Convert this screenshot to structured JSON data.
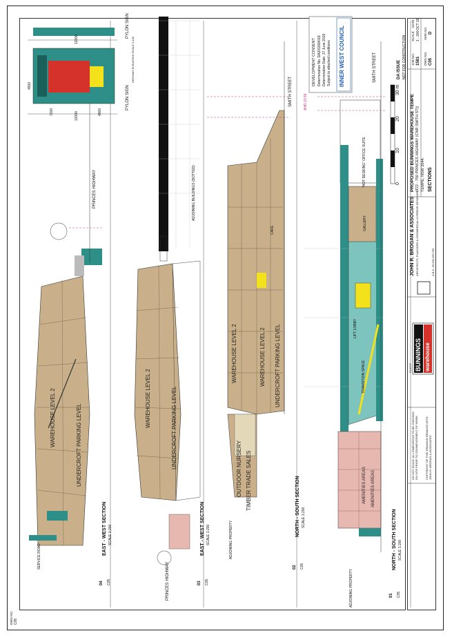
{
  "drawing": {
    "sections": [
      {
        "num": "04",
        "sheet": "C05",
        "title": "EAST - WEST SECTION",
        "scale": "SCALE 1:200"
      },
      {
        "num": "03",
        "sheet": "C05",
        "title": "EAST - WEST SECTION",
        "scale": "SCALE 1:200"
      },
      {
        "num": "02",
        "sheet": "C05",
        "title": "NORTH - SOUTH SECTION",
        "scale": "SCALE 1:200"
      },
      {
        "num": "01",
        "sheet": "C05",
        "title": "NORTH - SOUTH SECTION",
        "scale": "SCALE 1:200"
      }
    ],
    "labels": {
      "warehouse_level_2": "WAREHOUSE LEVEL 2",
      "undercroft_parking": "UNDERCROFT PARKING LEVEL",
      "outdoor_nursery": "OUTDOOR NURSERY",
      "timber_trade_sales": "TIMBER TRADE SALES",
      "amenities_areas": "AMENITIES AREAS",
      "office_suite": "\"HOT DESKING\" OFFICE SUITE",
      "lift_lobby": "LIFT LOBBY",
      "transition_space": "TRANSITION SPACE",
      "gallery": "GALLERY",
      "cafe": "CAFE",
      "princes_highway": "PRINCES HIGHWAY",
      "smith_street": "SMITH STREET",
      "service_road": "SERVICE ROAD",
      "adjoining_property": "ADJOINING PROPERTY",
      "adjoining_buildings": "ADJOINING BUILDINGS (DOTTED)",
      "pylon_sign_a": "PYLON SIGN",
      "pylon_sign_b": "PYLON SIGN",
      "pylon_sub": "HIGHWAY ELEVATION SCALE 1:100",
      "dim_12000": "12000",
      "dim_7200": "7200",
      "dim_4800": "4800",
      "dim_4500": "4500",
      "ahd_level": "AHD 23.55"
    },
    "scale_bar": {
      "ticks": [
        "0",
        "10",
        "20",
        "30 m"
      ]
    }
  },
  "approval": {
    "line1": "DEVELOPMENT CONSENT",
    "line2": "Determination No. DA201800018",
    "line3": "Determination Date: 27 June 2019",
    "line4": "Subject to attached conditions",
    "council": "INNER WEST COUNCIL"
  },
  "issue": {
    "stamp": "DA ISSUE",
    "note": "NOT FOR CONSTRUCTION"
  },
  "title_block": {
    "project": "PROPOSED BUNNINGS WAREHOUSE TEMPE",
    "address": "(722 - 750 PRINCES HIGHWAY (CNR SMITH ST))",
    "suburb": "TEMPE, NSW 2044.",
    "sheet_title": "SECTIONS",
    "scale_label": "SCALE",
    "scale_val": "1 : 200",
    "date_label": "DATE",
    "date_val": "OCT 15",
    "job_label": "JOB NO.",
    "job_val": "1581",
    "dwg_label": "DWG NO.",
    "dwg_val": "C05",
    "amd_label": "AMD NO.",
    "amd_val": "D",
    "architect": "JOHN R. BROGAN & ASSOCIATES",
    "arch_sub": "ARCHITECTS, PLANNERS & COMMERCIAL INTERIOR DESIGNERS",
    "arch_addr": "A.B.N. 50 003 256 795",
    "client_label": "CLIENT",
    "client_brand": "BUNNINGS",
    "client_brand2": "warehouse",
    "notes": "DO NOT SCALE. ALL DIMENSIONS TO BE CHECKED ON SITE PRIOR TO COMMENCEMENT OF WORK.",
    "copyright": "COPYRIGHT OF THIS DRAWING REMAINS WITH JOHN R. BROGAN & ASSOCIATES"
  },
  "colors": {
    "warehouse": "#c9b08a",
    "teal": "#2e8f88",
    "light_teal": "#7dc3be",
    "pink": "#e6b8b0",
    "yellow": "#f3e11c",
    "black": "#111111",
    "magenta": "#c2378a",
    "pylon_red": "#d4322a"
  },
  "footer": {
    "dwg": "DWG NO.",
    "left": "C05"
  }
}
